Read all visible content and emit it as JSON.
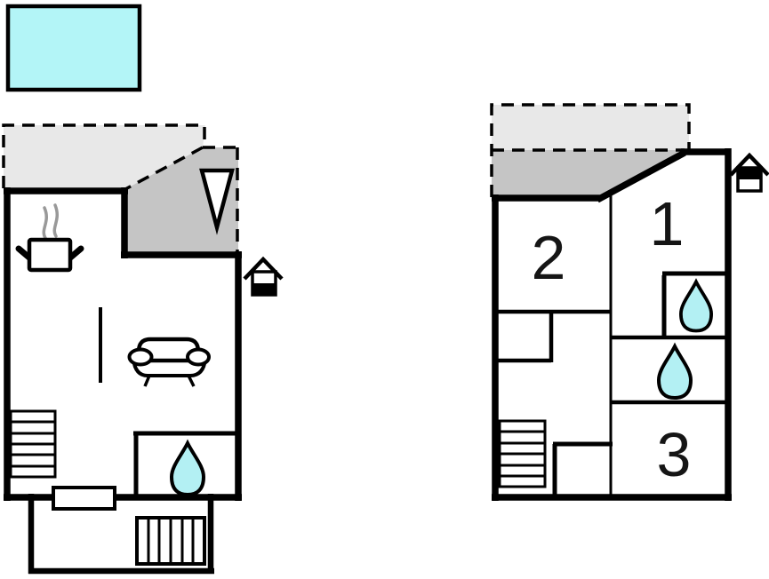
{
  "colors": {
    "background": "#ffffff",
    "wall": "#000000",
    "pool_fill": "#b3f5f7",
    "water_drop_fill": "#b3f0f3",
    "terrace_light": "#e8e8e8",
    "terrace_dark": "#c5c5c5",
    "steam": "#999999",
    "label_text": "#151515",
    "icon_fill": "#ffffff"
  },
  "ground_floor": {
    "icons": [
      "swimming-pool",
      "open-terrace",
      "covered-terrace",
      "north-arrow-icon",
      "cooking-pot-icon",
      "sofa-icon",
      "stairs-icon",
      "water-drop-icon",
      "entrance-door",
      "entrance-steps-icon",
      "house-ground-floor-icon"
    ]
  },
  "upper_floor": {
    "rooms": [
      {
        "label": "1"
      },
      {
        "label": "2"
      },
      {
        "label": "3"
      }
    ],
    "icons": [
      "open-balcony",
      "covered-balcony",
      "stairs-icon",
      "water-drop-icon",
      "water-drop-icon",
      "house-upper-floor-icon"
    ]
  }
}
